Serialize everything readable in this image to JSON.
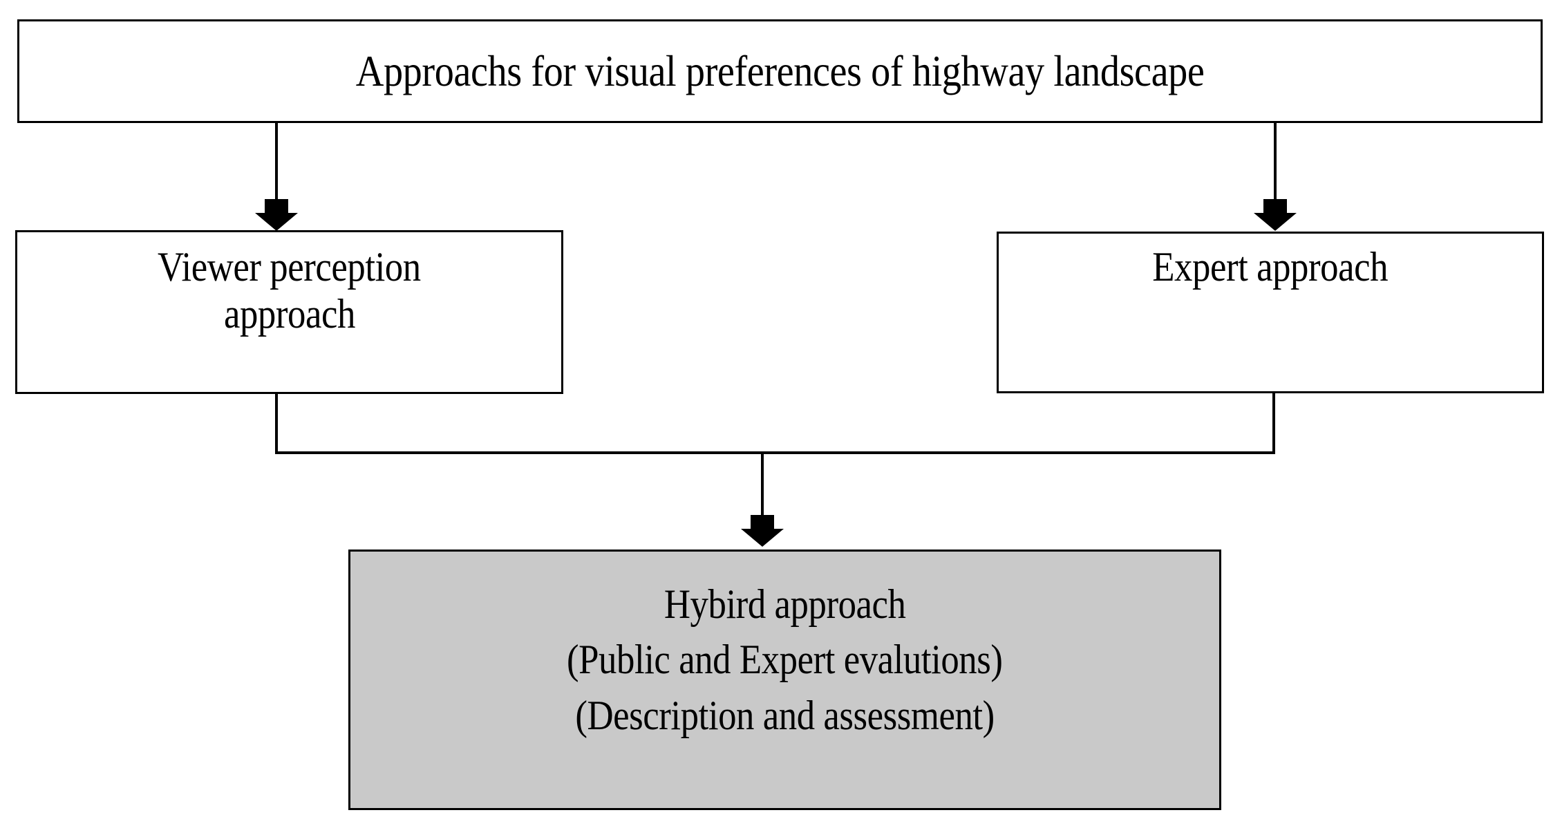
{
  "diagram": {
    "title": "Approaches for visual preferences of highway landscape",
    "type": "flowchart",
    "orientation": "top-down",
    "background_color": "#ffffff",
    "border_color": "#000000",
    "shaded_fill_color": "#c9c9c9",
    "nodes": {
      "root": {
        "id": "root",
        "label": "Approachs for visual preferences of highway landscape",
        "lines": [
          "Approachs for visual preferences of highway landscape"
        ],
        "fill": "#ffffff"
      },
      "viewer": {
        "id": "viewer",
        "label": "Viewer perception approach",
        "lines": [
          "Viewer perception",
          "approach"
        ],
        "fill": "#ffffff"
      },
      "expert": {
        "id": "expert",
        "label": "Expert approach",
        "lines": [
          "Expert approach"
        ],
        "fill": "#ffffff"
      },
      "hybrid": {
        "id": "hybrid",
        "label": "Hybird approach (Public and Expert evalutions) (Description and assessment)",
        "lines": [
          "Hybird approach",
          "(Public and Expert evalutions)",
          "(Description and assessment)"
        ],
        "fill": "#c9c9c9"
      }
    },
    "edges": [
      {
        "id": "root-to-viewer",
        "from": "root",
        "to": "viewer",
        "style": "block-arrow",
        "label": ""
      },
      {
        "id": "root-to-expert",
        "from": "root",
        "to": "expert",
        "style": "block-arrow",
        "label": ""
      },
      {
        "id": "viewer-and-expert-to-hybrid",
        "from": "viewer, expert",
        "to": "hybrid",
        "style": "merge-block-arrow",
        "label": ""
      }
    ]
  }
}
